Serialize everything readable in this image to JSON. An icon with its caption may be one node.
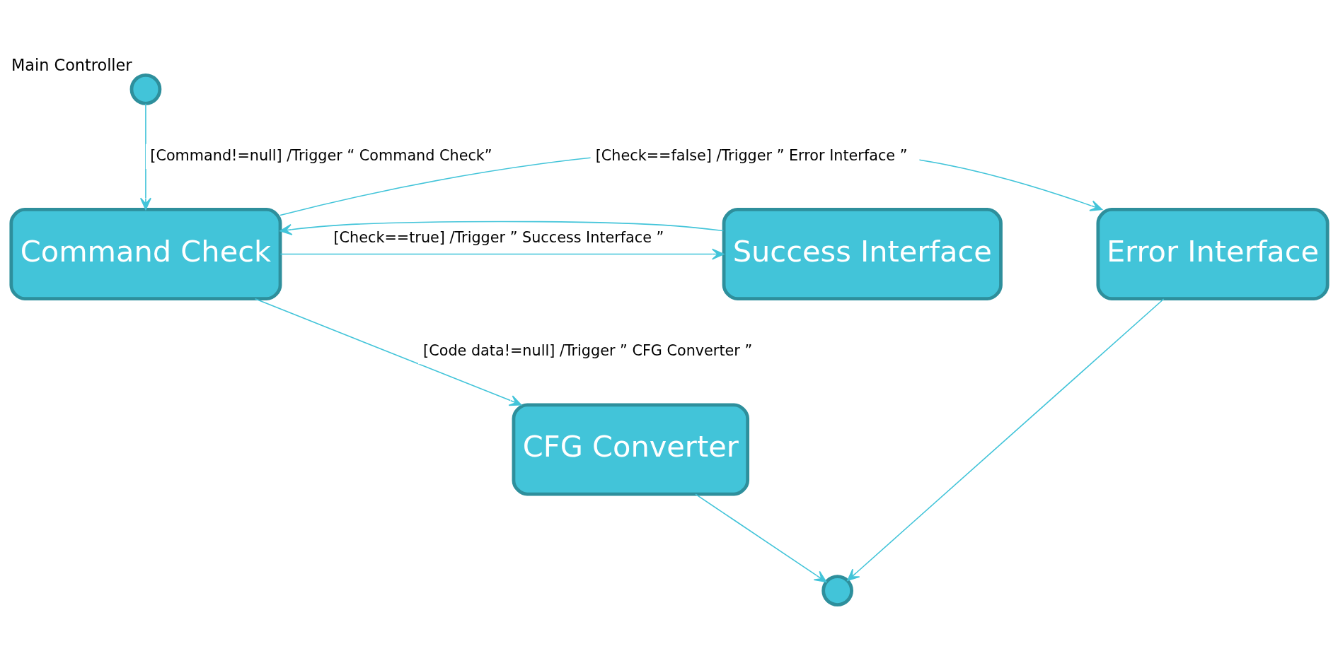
{
  "diagram": {
    "nodes": [
      {
        "text": [
          "Main Controller"
        ]
      },
      {
        "text": [
          "Error Interface"
        ]
      },
      {
        "text": [
          "Command Check"
        ]
      },
      {
        "text": [
          "Success Interface"
        ]
      },
      {
        "text": [
          "CFG Converter"
        ]
      },
      {
        "text": [],
        "shape": "circle"
      }
    ],
    "edges": [
      {
        "from": 0,
        "to": 2,
        "arrow": "to",
        "label": "[Command!=null] /Trigger “ Command Check”"
      },
      {
        "from": 2,
        "to": 1,
        "arrow": "to",
        "label": "[Check==false] /Trigger ” Error Interface ”"
      },
      {
        "from": 2,
        "to": 3,
        "arrow": "to",
        "label": "[Check==true] /Trigger ” Success Interface ”"
      },
      {
        "from": 3,
        "to": 2,
        "arrow": "to"
      },
      {
        "from": 2,
        "to": 4,
        "arrow": "to",
        "label": "[Code data!=null] /Trigger ” CFG Converter ”"
      },
      {
        "from": 4,
        "to": 5,
        "arrow": "to"
      },
      {
        "from": 1,
        "to": 5,
        "arrow": "to"
      }
    ]
  }
}
